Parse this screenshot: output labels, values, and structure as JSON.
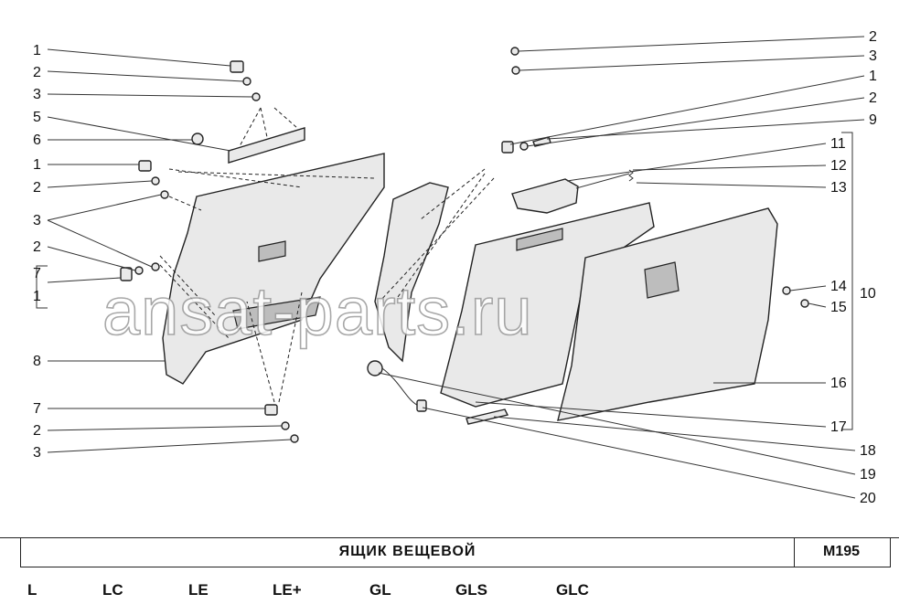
{
  "watermark": "ansat-parts.ru",
  "callouts_left": [
    "1",
    "2",
    "3",
    "5",
    "6",
    "1",
    "2",
    "3",
    "2",
    "7",
    "1",
    "8",
    "7",
    "2",
    "3"
  ],
  "callouts_right": [
    "2",
    "3",
    "1",
    "2",
    "9",
    "11",
    "12",
    "13",
    "10",
    "14",
    "15",
    "16",
    "17",
    "18",
    "19",
    "20"
  ],
  "footer": {
    "title": "ЯЩИК  ВЕЩЕВОЙ",
    "code": "M195",
    "variants": [
      "L",
      "LC",
      "LE",
      "LE+",
      "GL",
      "GLS",
      "GLC"
    ]
  }
}
